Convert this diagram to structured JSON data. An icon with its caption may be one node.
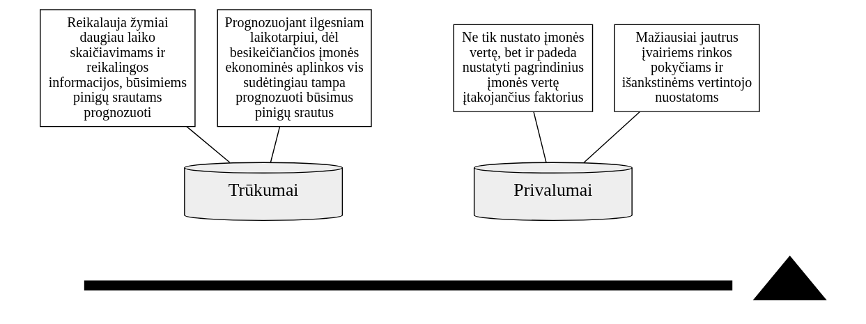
{
  "diagram": {
    "nodes": [
      {
        "text": [
          "Privalumai"
        ]
      },
      {
        "text": [
          "Trūkumai"
        ]
      },
      {
        "text": [
          "Ne tik nustato įmonės vertę, bet ir padeda nustatyti pagrindinius įmonės vertę įtakojančius faktorius"
        ]
      },
      {
        "text": [
          "Mažiausiai jautrus įvairiems rinkos pokyčiams ir išankstinėms vertintojo nuostatoms"
        ]
      },
      {
        "text": [
          "Reikalauja žymiai daugiau laiko skaičiavimams ir reikalingos informacijos, būsimiems pinigų srautams prognozuoti"
        ]
      },
      {
        "text": [
          "Prognozuojant ilgesniam laikotarpiui, dėl besikeičiančios įmonės ekonominės aplinkos vis sudėtingiau tampa prognozuoti būsimus pinigų srautus"
        ]
      },
      {
        "text": [],
        "shape": "bar"
      },
      {
        "text": [],
        "shape": "triangle"
      }
    ],
    "edges": [
      {
        "from": 2,
        "to": 0,
        "arrow": "none"
      },
      {
        "from": 3,
        "to": 0,
        "arrow": "none"
      },
      {
        "from": 4,
        "to": 1,
        "arrow": "none"
      },
      {
        "from": 5,
        "to": 1,
        "arrow": "none"
      }
    ]
  }
}
